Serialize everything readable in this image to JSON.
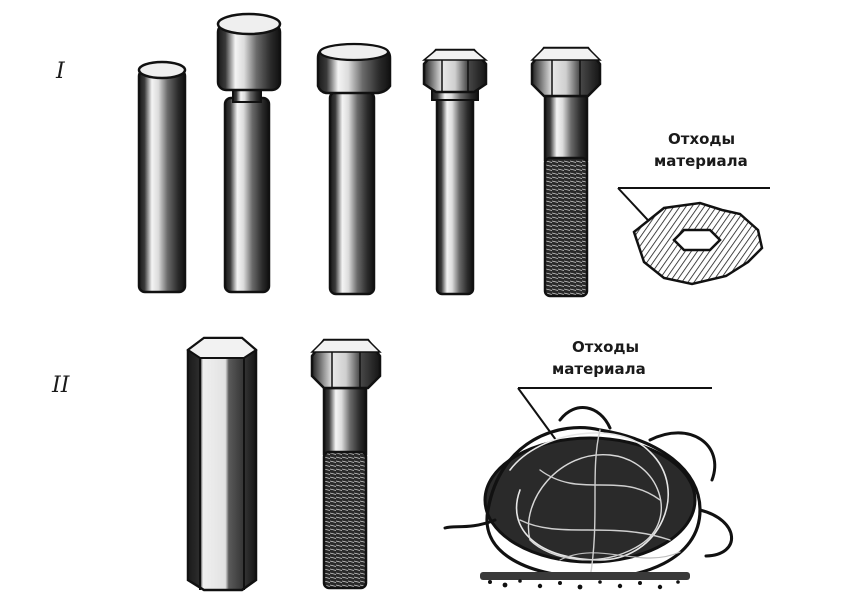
{
  "rows": {
    "row1_label": "I",
    "row2_label": "II"
  },
  "waste_labels": {
    "row1_line1": "Отходы",
    "row1_line2": "материала",
    "row2_line1": "Отходы",
    "row2_line2": "материала"
  },
  "colors": {
    "ink": "#1a1a1a",
    "paper": "#ffffff",
    "shade": "#3a3a3a",
    "highlight": "#f2f2f2"
  }
}
